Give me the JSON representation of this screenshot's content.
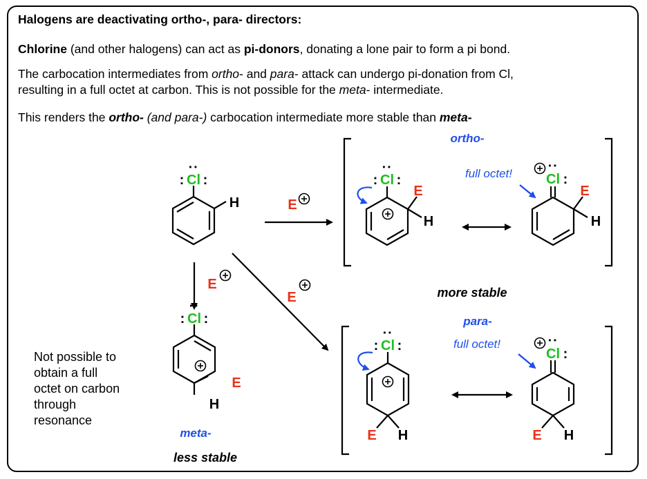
{
  "heading": "Halogens are deactivating ortho-, para- directors:",
  "para1": {
    "s1": "Chlorine",
    "s2": " (and other halogens) can act as ",
    "s3": "pi-donors",
    "s4": ", donating a lone pair to form a pi bond."
  },
  "para2": {
    "s1": "The carbocation intermediates from ",
    "s2": "ortho",
    "s3": "- and ",
    "s4": "para",
    "s5": "- attack can undergo pi-donation from Cl,",
    "s6": "resulting in a full octet at carbon. This is not possible for the ",
    "s7": "meta",
    "s8": "- intermediate."
  },
  "para3": {
    "s1": "This renders the ",
    "s2": "ortho-",
    "s3": " (and para-)",
    "s4": " carbocation intermediate more stable than ",
    "s5": "meta-"
  },
  "diagram": {
    "cl": "Cl",
    "colon": ":",
    "h": "H",
    "e": "E",
    "plus": "+",
    "ortho_label": "ortho-",
    "para_label": "para-",
    "meta_label": "meta-",
    "full_octet": "full octet!",
    "more_stable": "more stable",
    "less_stable": "less stable",
    "note_lines": [
      "Not possible to",
      "obtain a full",
      "octet on carbon",
      "through",
      "resonance"
    ]
  },
  "colors": {
    "chlorine": "#1fbe1f",
    "electrophile": "#e8321a",
    "blue_label": "#1f4fe8",
    "bond": "#000000"
  }
}
